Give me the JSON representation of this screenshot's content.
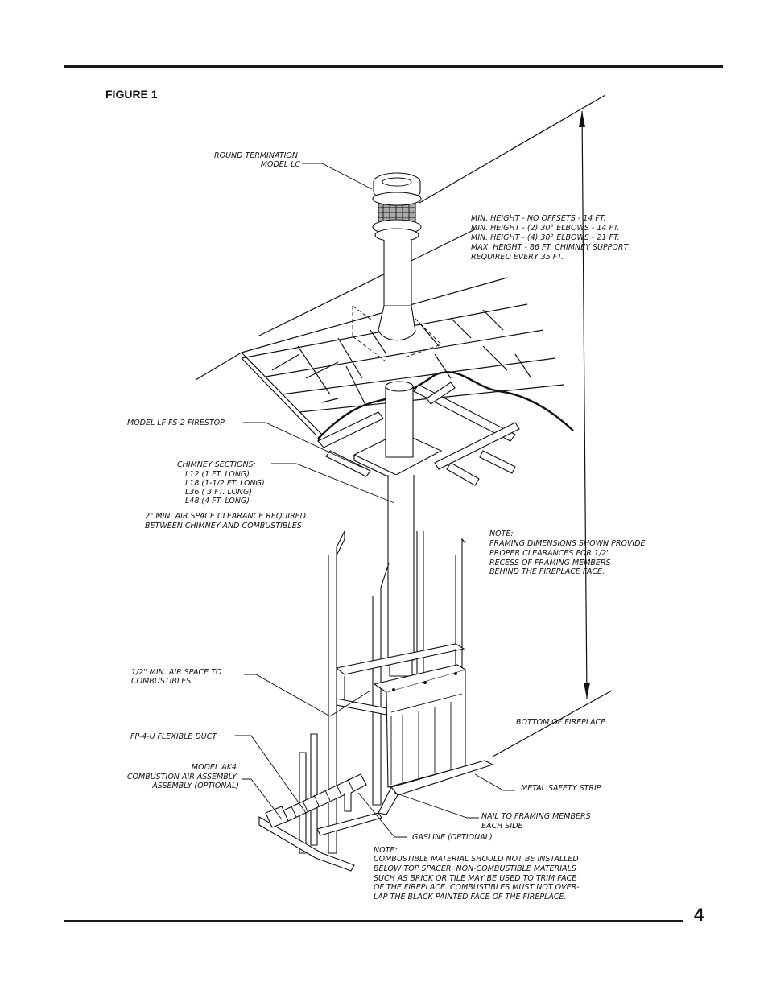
{
  "figure_title": "FIGURE 1",
  "page_number": "4",
  "labels": {
    "termination": [
      "ROUND TERMINATION",
      "MODEL LC"
    ],
    "heights": [
      "MIN. HEIGHT - NO OFFSETS - 14 FT.",
      "MIN. HEIGHT - (2) 30° ELBOWS - 14 FT.",
      "MIN. HEIGHT - (4) 30° ELBOWS - 21 FT.",
      "MAX. HEIGHT - 86 FT. CHIMNEY SUPPORT",
      "REQUIRED EVERY 35 FT."
    ],
    "firestop": "MODEL LF-FS-2 FIRESTOP",
    "chimney_sections": [
      "CHIMNEY SECTIONS:",
      "L12 (1 FT. LONG)",
      "L18 (1-1/2 FT. LONG)",
      "L36 ( 3 FT. LONG)",
      "L48 (4 FT. LONG)"
    ],
    "air_space_2": [
      "2\" MIN. AIR SPACE CLEARANCE REQUIRED",
      "BETWEEN CHIMNEY AND COMBUSTIBLES"
    ],
    "framing_note": [
      "NOTE:",
      "FRAMING DIMENSIONS SHOWN PROVIDE",
      "PROPER CLEARANCES FOR 1/2\"",
      "RECESS OF FRAMING MEMBERS",
      "BEHIND THE FIREPLACE FACE."
    ],
    "air_space_half": [
      "1/2\" MIN. AIR SPACE TO",
      "COMBUSTIBLES"
    ],
    "bottom": "BOTTOM OF FIREPLACE",
    "duct": "FP-4-U FLEXIBLE DUCT",
    "ak4": [
      "MODEL AK4",
      "COMBUSTION AIR ASSEMBLY",
      "ASSEMBLY (OPTIONAL)"
    ],
    "safety_strip": "METAL SAFETY STRIP",
    "nail": [
      "NAIL TO FRAMING MEMBERS",
      "EACH SIDE"
    ],
    "gasline": "GASLINE (OPTIONAL)",
    "bottom_note": [
      "NOTE:",
      "COMBUSTIBLE MATERIAL SHOULD NOT BE INSTALLED",
      "BELOW TOP SPACER. NON-COMBUSTIBLE MATERIALS",
      "SUCH AS BRICK OR TILE MAY BE USED TO TRIM FACE",
      "OF THE FIREPLACE. COMBUSTIBLES MUST NOT OVER-",
      "LAP THE BLACK PAINTED FACE OF THE FIREPLACE."
    ]
  }
}
